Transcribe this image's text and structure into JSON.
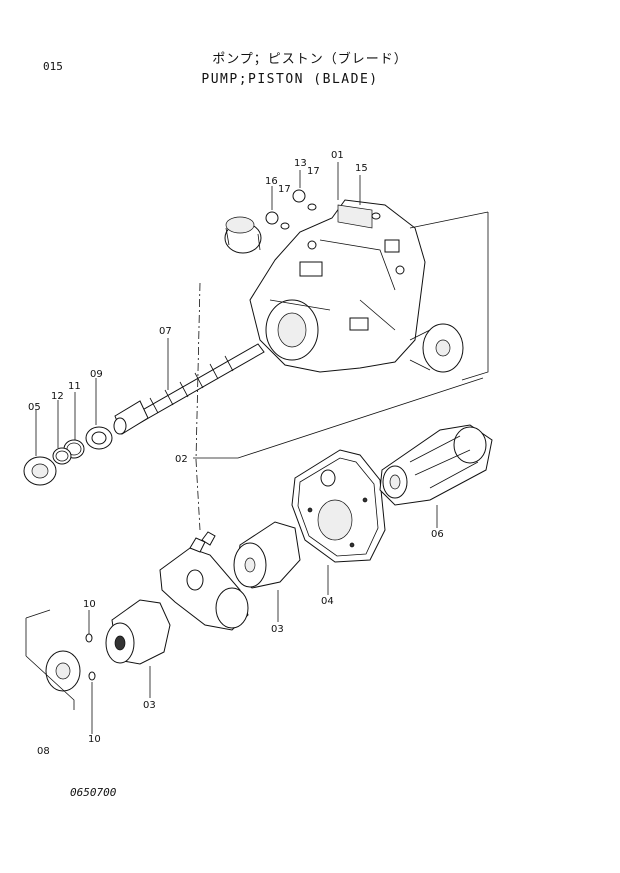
{
  "header": {
    "page_code": "015",
    "title_jp": "ポンプ；ピストン（ブレード）",
    "title_en": "PUMP;PISTON (BLADE)"
  },
  "footer": {
    "drawing_number": "0650700"
  },
  "callouts": {
    "c01": "01",
    "c02": "02",
    "c03a": "03",
    "c03b": "03",
    "c04": "04",
    "c05": "05",
    "c06": "06",
    "c07": "07",
    "c08": "08",
    "c09": "09",
    "c10a": "10",
    "c10b": "10",
    "c11": "11",
    "c12": "12",
    "c13": "13",
    "c15": "15",
    "c16": "16",
    "c17a": "17",
    "c17b": "17"
  }
}
